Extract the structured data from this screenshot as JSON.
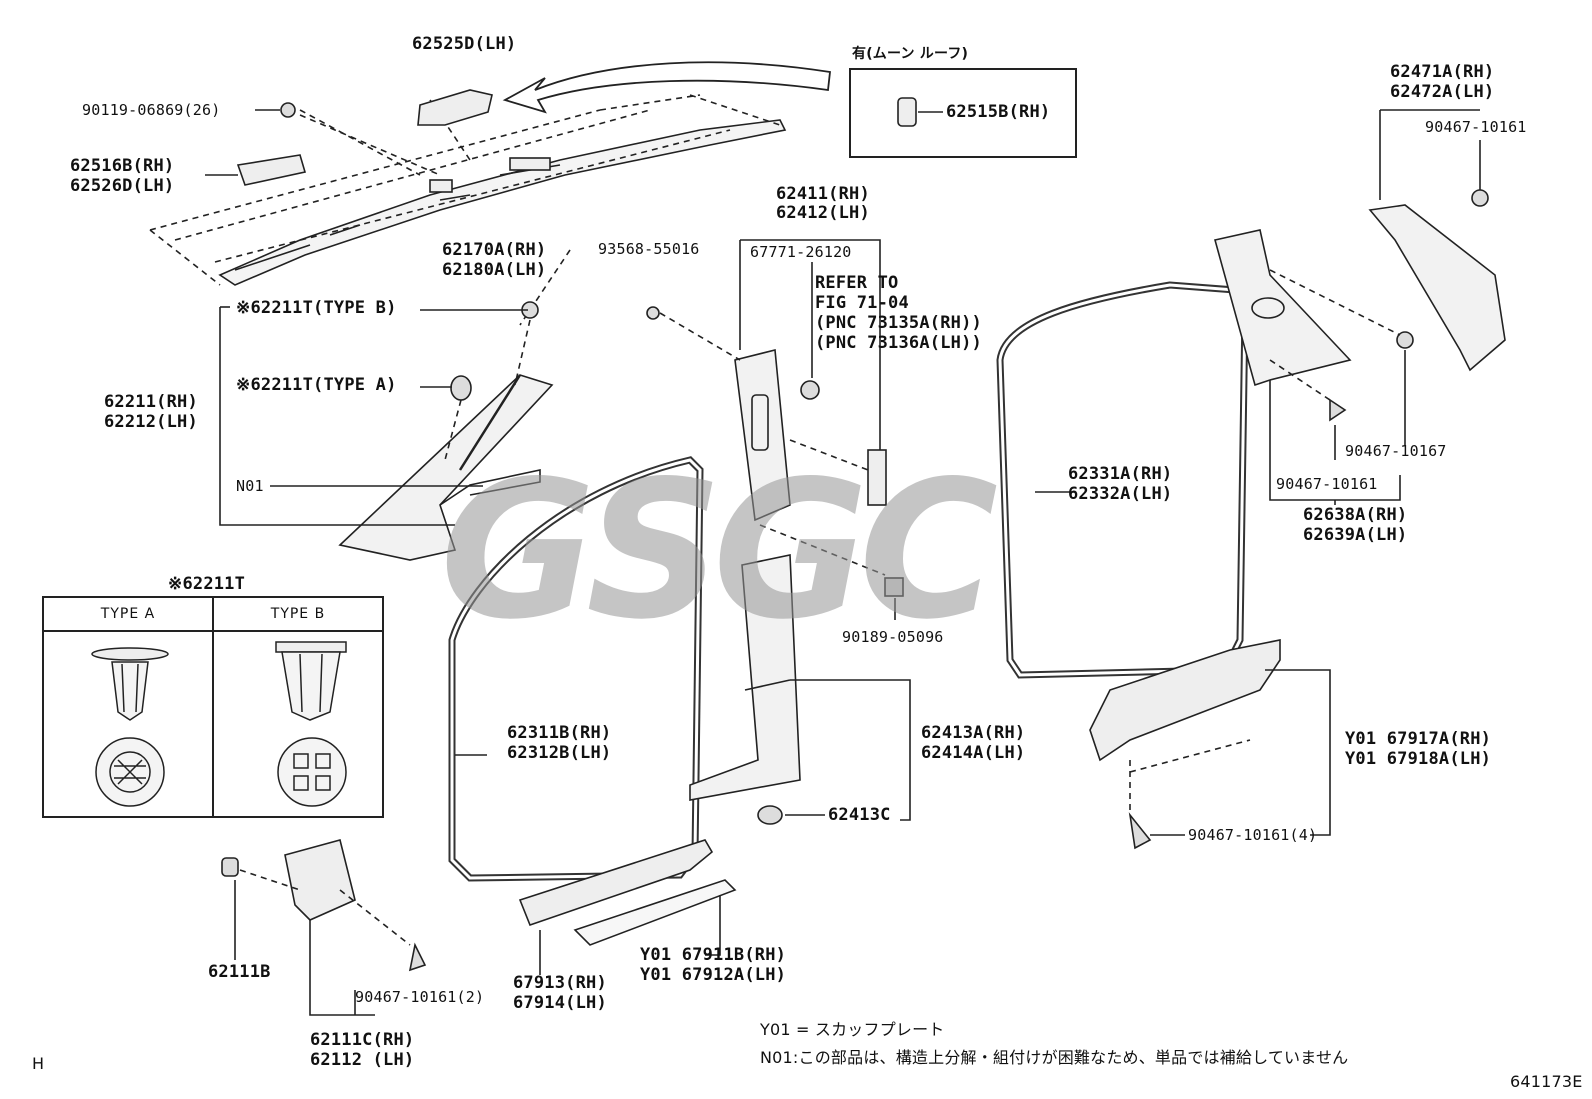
{
  "labels": {
    "p62525d": "62525D(LH)",
    "p90119": "90119-06869(26)",
    "moon_header": "有(ムーン ルーフ)",
    "p62515b": "62515B(RH)",
    "p62471a": "62471A(RH)",
    "p62472a": "62472A(LH)",
    "p90467_top": "90467-10161",
    "p62516b": "62516B(RH)",
    "p62526d": "62526D(LH)",
    "p62411": "62411(RH)",
    "p62412": "62412(LH)",
    "p62170a": "62170A(RH)",
    "p62180a": "62180A(LH)",
    "p93568": "93568-55016",
    "p67771": "67771-26120",
    "refer1": "REFER TO",
    "refer2": "FIG 71-04",
    "refer3": "(PNC 73135A(RH))",
    "refer4": "(PNC 73136A(LH))",
    "p62211t_b": "※62211T(TYPE B)",
    "p62211t_a": "※62211T(TYPE A)",
    "p62211": "62211(RH)",
    "p62212": "62212(LH)",
    "n01": "N01",
    "p62331a": "62331A(RH)",
    "p62332a": "62332A(LH)",
    "p90467_10167": "90467-10167",
    "p90467_mid": "90467-10161",
    "p62638a": "62638A(RH)",
    "p62639a": "62639A(LH)",
    "p62211t_box": "※62211T",
    "type_a": "TYPE A",
    "type_b": "TYPE B",
    "p90189": "90189-05096",
    "p62311b": "62311B(RH)",
    "p62312b": "62312B(LH)",
    "p62413a": "62413A(RH)",
    "p62414a": "62414A(LH)",
    "p67917a": "Y01 67917A(RH)",
    "p67918a": "Y01 67918A(LH)",
    "p62413c": "62413C",
    "p90467_4": "90467-10161(4)",
    "p62111b": "62111B",
    "p90467_2": "90467-10161(2)",
    "p67913": "67913(RH)",
    "p67914": "67914(LH)",
    "p67911b": "Y01 67911B(RH)",
    "p67912a": "Y01 67912A(LH)",
    "p62111c": "62111C(RH)",
    "p62112": "62112 (LH)",
    "note_y01": "Y01 = スカッフプレート",
    "note_n01": "N01:この部品は、構造上分解・組付けが困難なため、単品では補給していません",
    "corner_h": "H",
    "fig_code": "641173E",
    "watermark": "GSGC"
  }
}
